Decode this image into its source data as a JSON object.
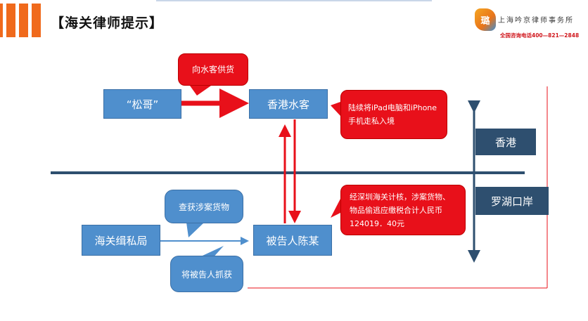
{
  "header": {
    "title": "【海关律师提示】",
    "firm_name": "上海吟京律师事务所",
    "logo_mark": "璐",
    "hotline": "全国咨询电话400—821—2848"
  },
  "diagram": {
    "nodes": {
      "songge": "“松哥”",
      "hk_smuggler": "香港水客",
      "customs_bureau": "海关缉私局",
      "defendant": "被告人陈某",
      "hongkong": "香港",
      "lowu_port": "罗湖口岸"
    },
    "callouts": {
      "supply": "向水客供货",
      "smuggling": "陆续将iPad电脑和iPhone手机走私入境",
      "tax_assessment": "经深圳海关计核，涉案货物、物品偷逃应缴税合计人民币124019．40元",
      "seize_goods": "查获涉案货物",
      "arrest": "将被告人抓获"
    }
  },
  "colors": {
    "accent_orange": "#f06a1c",
    "box_blue": "#4f8fcd",
    "navy": "#2e4f6f",
    "alert_red": "#e8101a"
  }
}
